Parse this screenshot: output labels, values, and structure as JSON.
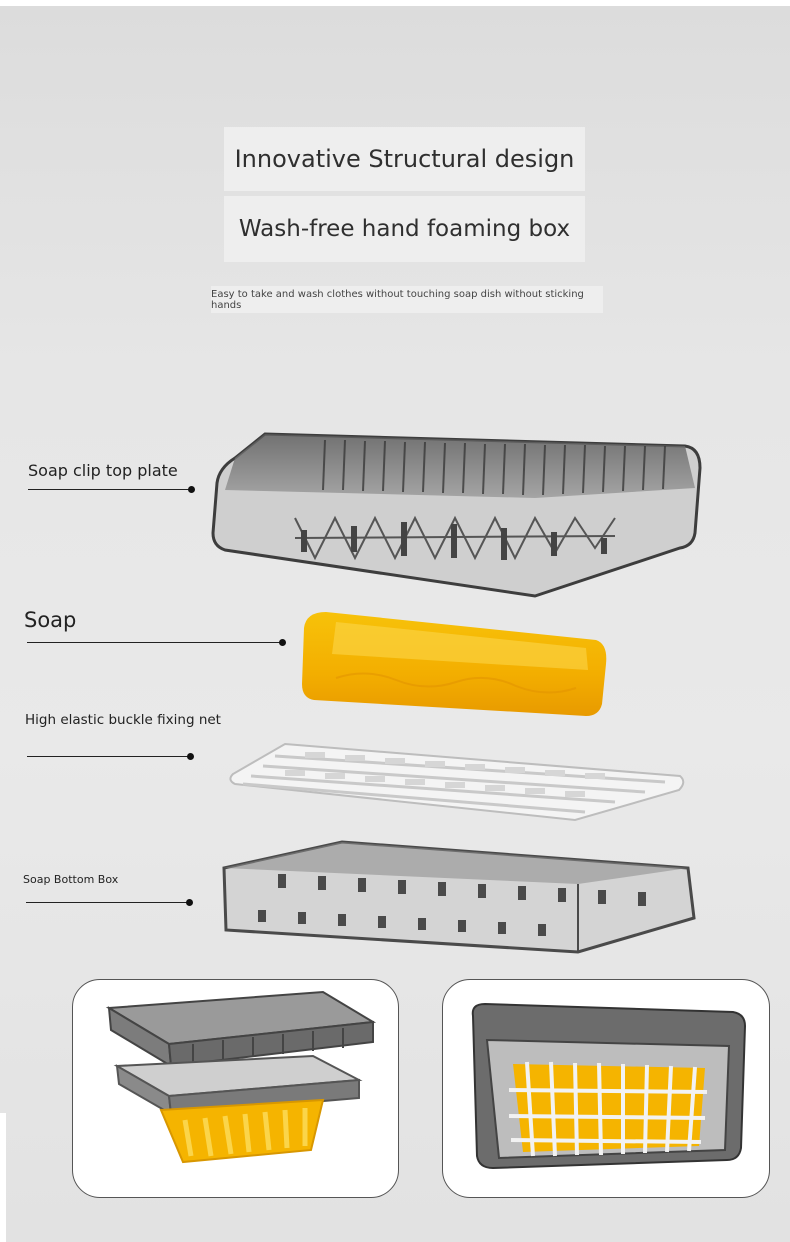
{
  "heading": {
    "title": "Innovative Structural design",
    "subtitle": "Wash-free hand foaming box",
    "description": "Easy to take and wash clothes without touching soap dish without sticking hands"
  },
  "parts": {
    "top_plate": "Soap clip top plate",
    "soap": "Soap",
    "net": "High elastic buckle fixing net",
    "bottom_box": "Soap Bottom Box"
  },
  "colors": {
    "soap_yellow": "#f5b400",
    "plastic_grey": "#6b6b6b",
    "net_white": "#f2f2f2"
  }
}
